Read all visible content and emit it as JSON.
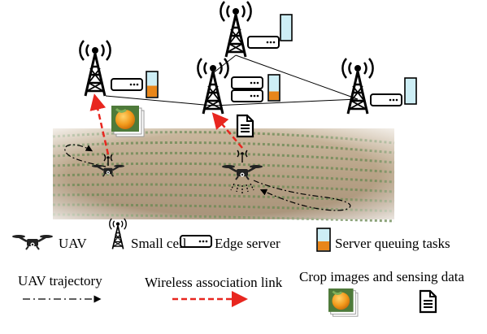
{
  "legend": {
    "uav": "UAV",
    "small_cell": "Small cell",
    "edge_server": "Edge server",
    "server_queuing": "Server queuing tasks",
    "uav_trajectory": "UAV trajectory",
    "wireless_link": "Wireless association link",
    "crop_data": "Crop images and sensing data"
  },
  "server_dots": "···",
  "colors": {
    "wireless_link": "#e8261f",
    "queue_fill": "#e8861a",
    "queue_empty": "#cdeef5",
    "field_soil": "#b9a48a",
    "field_crop": "#6d8a55",
    "orange": "#f29a1c"
  },
  "queues": [
    {
      "tower": "left",
      "fill": 0.45
    },
    {
      "tower": "center",
      "fill": 0.35
    },
    {
      "tower": "top",
      "fill": 0.0
    },
    {
      "tower": "right",
      "fill": 0.0
    }
  ]
}
